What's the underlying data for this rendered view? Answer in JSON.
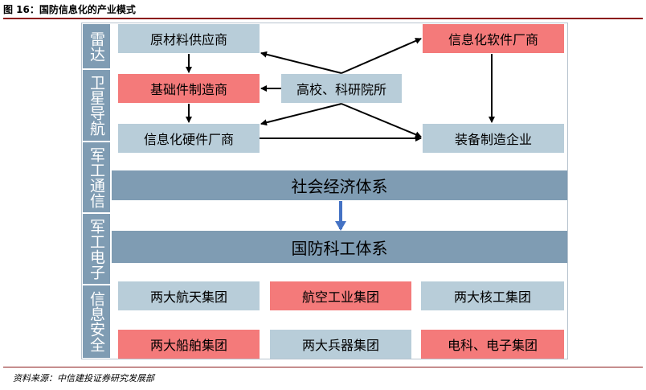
{
  "figure_title": "图 16：国防信息化的产业模式",
  "source_note": "资料来源：中信建投证券研究发展部",
  "side_labels": [
    "雷达",
    "卫星导航",
    "军工通信",
    "军工电子",
    "信息安全"
  ],
  "upper": {
    "boxes": {
      "raw_material": "原材料供应商",
      "software": "信息化软件厂商",
      "base_parts": "基础件制造商",
      "university": "高校、科研院所",
      "hardware": "信息化硬件厂商",
      "equipment": "装备制造企业"
    },
    "band": "社会经济体系"
  },
  "lower": {
    "band": "国防科工体系",
    "groups": [
      [
        "两大航天集团",
        "航空工业集团",
        "两大核工集团"
      ],
      [
        "两大船舶集团",
        "两大兵器集团",
        "电科、电子集团"
      ]
    ]
  },
  "colors": {
    "box_gray": "#b8cdd9",
    "box_red": "#f47a7a",
    "band": "#7f9cb3",
    "arrow_black": "#000000",
    "arrow_blue": "#4472c4",
    "title_rule": "#8b1a1a"
  }
}
